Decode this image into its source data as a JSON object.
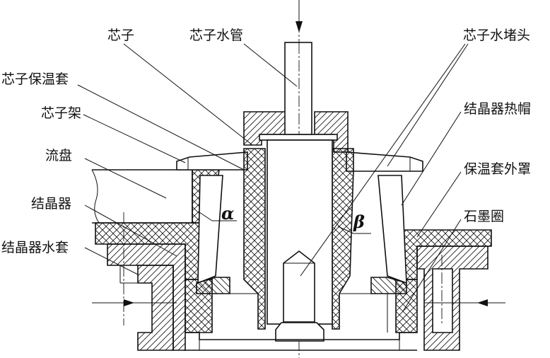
{
  "labels": {
    "core": "芯子",
    "core_water_pipe": "芯子水管",
    "core_insulation_sleeve": "芯子保温套",
    "core_holder": "芯子架",
    "flow_plate": "流盘",
    "crystallizer": "结晶器",
    "crystallizer_water_jacket": "结晶器水套",
    "core_water_plug": "芯子水堵头",
    "crystallizer_hot_top": "结晶器热帽",
    "insulation_outer_cover": "保温套外罩",
    "graphite_ring": "石墨圈"
  },
  "angles": {
    "alpha": "α",
    "beta": "β"
  }
}
